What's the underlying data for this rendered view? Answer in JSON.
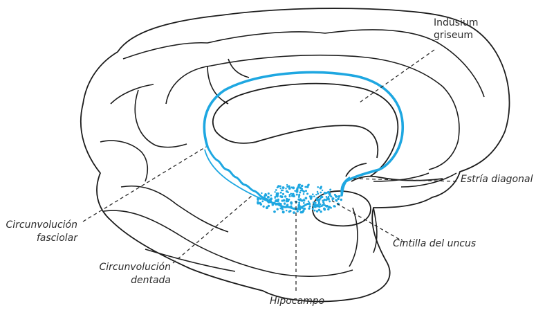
{
  "labels": {
    "indusium_line1": "Indusium",
    "indusium_line2": "griseum",
    "estria": "Estría diagonal",
    "fasciolar_line1": "Circunvolución",
    "fasciolar_line2": "fasciolar",
    "cintilla": "Cintilla del uncus",
    "dentada_line1": "Circunvolución",
    "dentada_line2": "dentada",
    "hipocampo": "Hipocampo"
  },
  "colors": {
    "outline": "#1c1c1c",
    "structure_highlight": "#1ea7e1",
    "leader_line": "#2a2a2a",
    "label_text": "#2a2a2a"
  }
}
